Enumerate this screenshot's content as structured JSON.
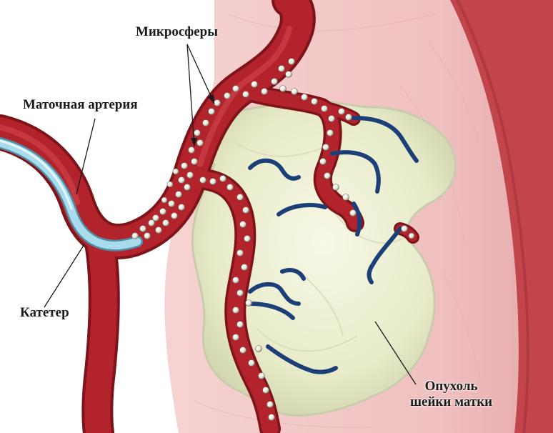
{
  "labels": {
    "microspheres": "Микросферы",
    "uterine_artery": "Маточная артерия",
    "catheter": "Катетер",
    "tumor_line1": "Опухоль",
    "tumor_line2": "шейки матки"
  },
  "colors": {
    "artery": "#b3232c",
    "artery_dark": "#7e1419",
    "catheter": "#9fd3e6",
    "tissue": "#f2c4c4",
    "tissue_dark": "#b8414a",
    "tumor": "#eef0d2",
    "tumor_vessels": "#1c3f78",
    "microsphere": "#f4f4ea"
  }
}
